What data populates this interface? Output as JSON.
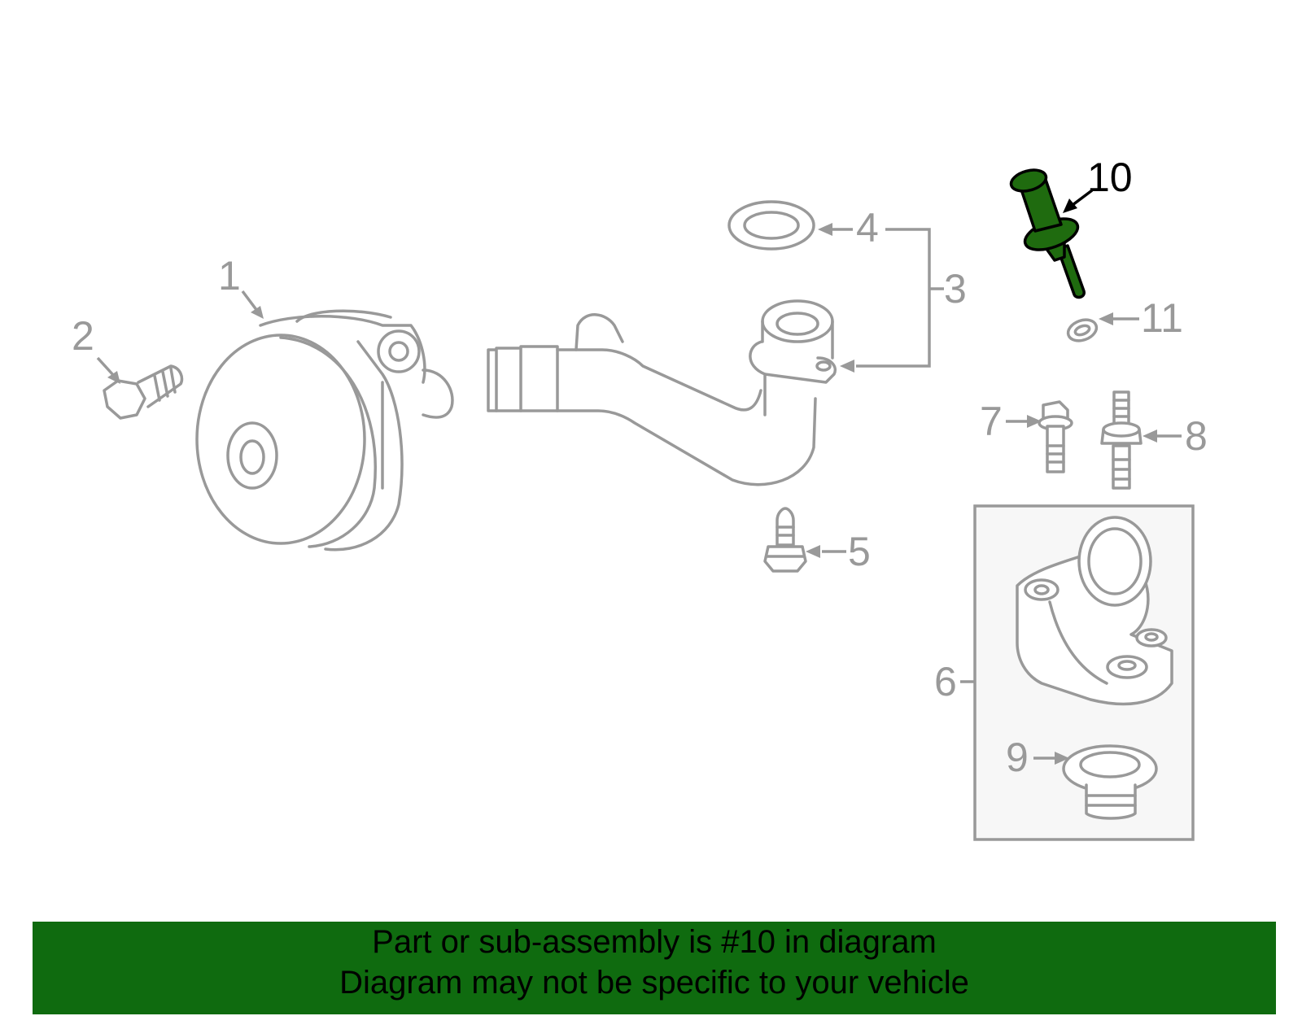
{
  "colors": {
    "part_outline": "#999999",
    "highlight_part": "#1f6b0f",
    "banner_background": "#0f6b0f",
    "banner_text": "#000000",
    "subassembly_box_fill": "#f7f7f7"
  },
  "callouts": {
    "c1": "1",
    "c2": "2",
    "c3": "3",
    "c4": "4",
    "c5": "5",
    "c6": "6",
    "c7": "7",
    "c8": "8",
    "c9": "9",
    "c10": "10",
    "c11": "11"
  },
  "highlighted_callout": "10",
  "banner": {
    "line1": "Part or sub-assembly is #10 in diagram",
    "line2": "Diagram may not be specific to your vehicle"
  }
}
